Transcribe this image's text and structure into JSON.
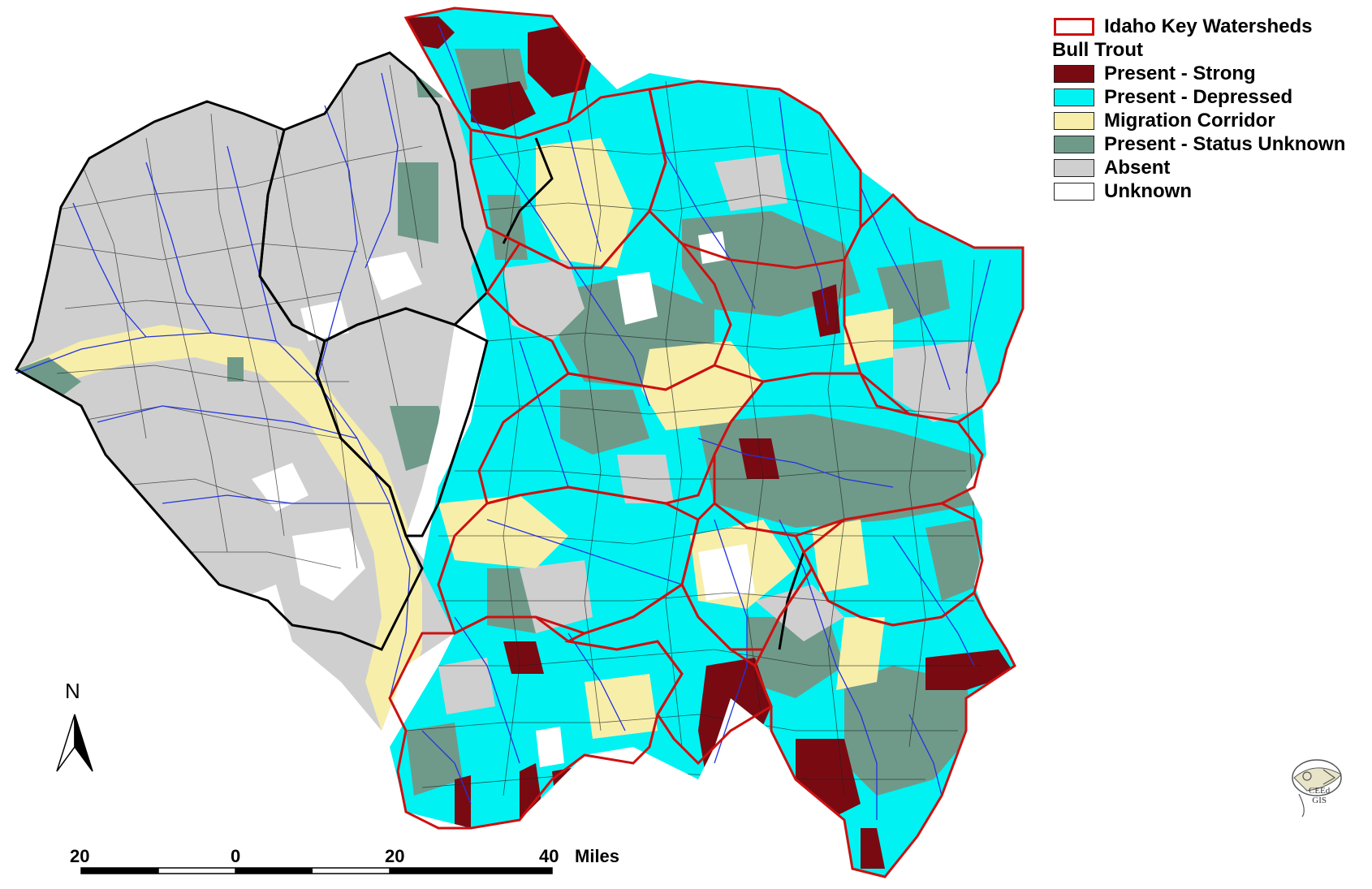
{
  "legend": {
    "key_watersheds_label": "Idaho Key Watersheds",
    "species_header": "Bull Trout",
    "items": [
      {
        "label": "Present - Strong",
        "color": "#7a0a12"
      },
      {
        "label": "Present - Depressed",
        "color": "#00f2f2"
      },
      {
        "label": "Migration Corridor",
        "color": "#f7eeaa"
      },
      {
        "label": "Present - Status Unknown",
        "color": "#6f9a8a"
      },
      {
        "label": "Absent",
        "color": "#cfcfcf"
      },
      {
        "label": "Unknown",
        "color": "#ffffff"
      }
    ],
    "outline_color": "#cc1111"
  },
  "north_arrow": {
    "letter": "N"
  },
  "scale_bar": {
    "labels": [
      "20",
      "0",
      "20",
      "40"
    ],
    "unit": "Miles"
  },
  "logo": {
    "line1": "CEEd",
    "line2": "GIS"
  },
  "colors": {
    "stream": "#2233dd",
    "subbasin_outline": "#000000",
    "key_watershed_outline": "#cc1111"
  }
}
